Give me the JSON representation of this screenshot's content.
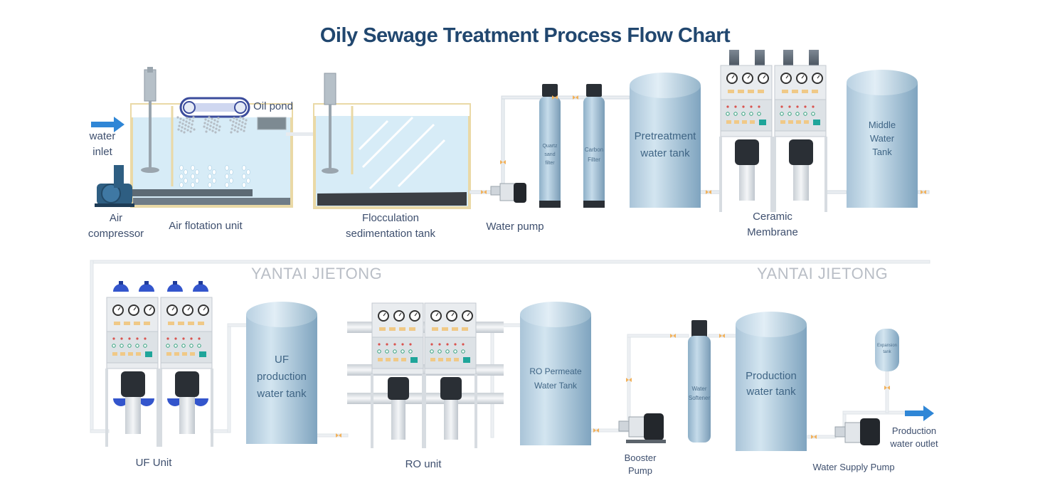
{
  "title": "Oily Sewage Treatment Process Flow Chart",
  "watermarks": [
    "YANTAI JIETONG",
    "YANTAI JIETONG"
  ],
  "labels": {
    "water_inlet": "water\ninlet",
    "air_compressor": "Air\ncompressor",
    "air_flotation": "Air flotation unit",
    "oil_pond": "Oil pond",
    "flocculation": "Flocculation\nsedimentation tank",
    "water_pump": "Water pump",
    "quartz_filter": "Quartz\nsand\nfilter",
    "carbon_filter": "Carbon\nFilter",
    "pretreatment_tank": "Pretreatment\nwater tank",
    "ceramic_membrane": "Ceramic\nMembrane",
    "middle_tank": "Middle\nWater\nTank",
    "uf_unit": "UF Unit",
    "uf_tank": "UF\nproduction\nwater tank",
    "ro_unit": "RO unit",
    "ro_tank": "RO Permeate\nWater Tank",
    "booster_pump": "Booster\nPump",
    "water_softener": "Water\nSoftener",
    "production_tank": "Production\nwater tank",
    "expansion_tank": "Expansion\ntank",
    "water_supply_pump": "Water Supply Pump",
    "production_outlet": "Production\nwater outlet"
  },
  "colors": {
    "title": "#21476f",
    "label": "#3e4f6e",
    "tank_light": "#c6dcea",
    "tank_dark": "#7fa4bf",
    "pipe": "#d9e0e6",
    "arrow": "#2f86d6",
    "tank_wall": "#ead9a6",
    "water": "#d2e9f5",
    "panel": "#e9ecef",
    "valve": "#3d5fd6"
  },
  "icons": [
    "inlet-arrow-icon",
    "outlet-arrow-icon",
    "pump-icon",
    "mixer-icon",
    "conveyor-icon",
    "gauge-icon",
    "valve-icon"
  ]
}
